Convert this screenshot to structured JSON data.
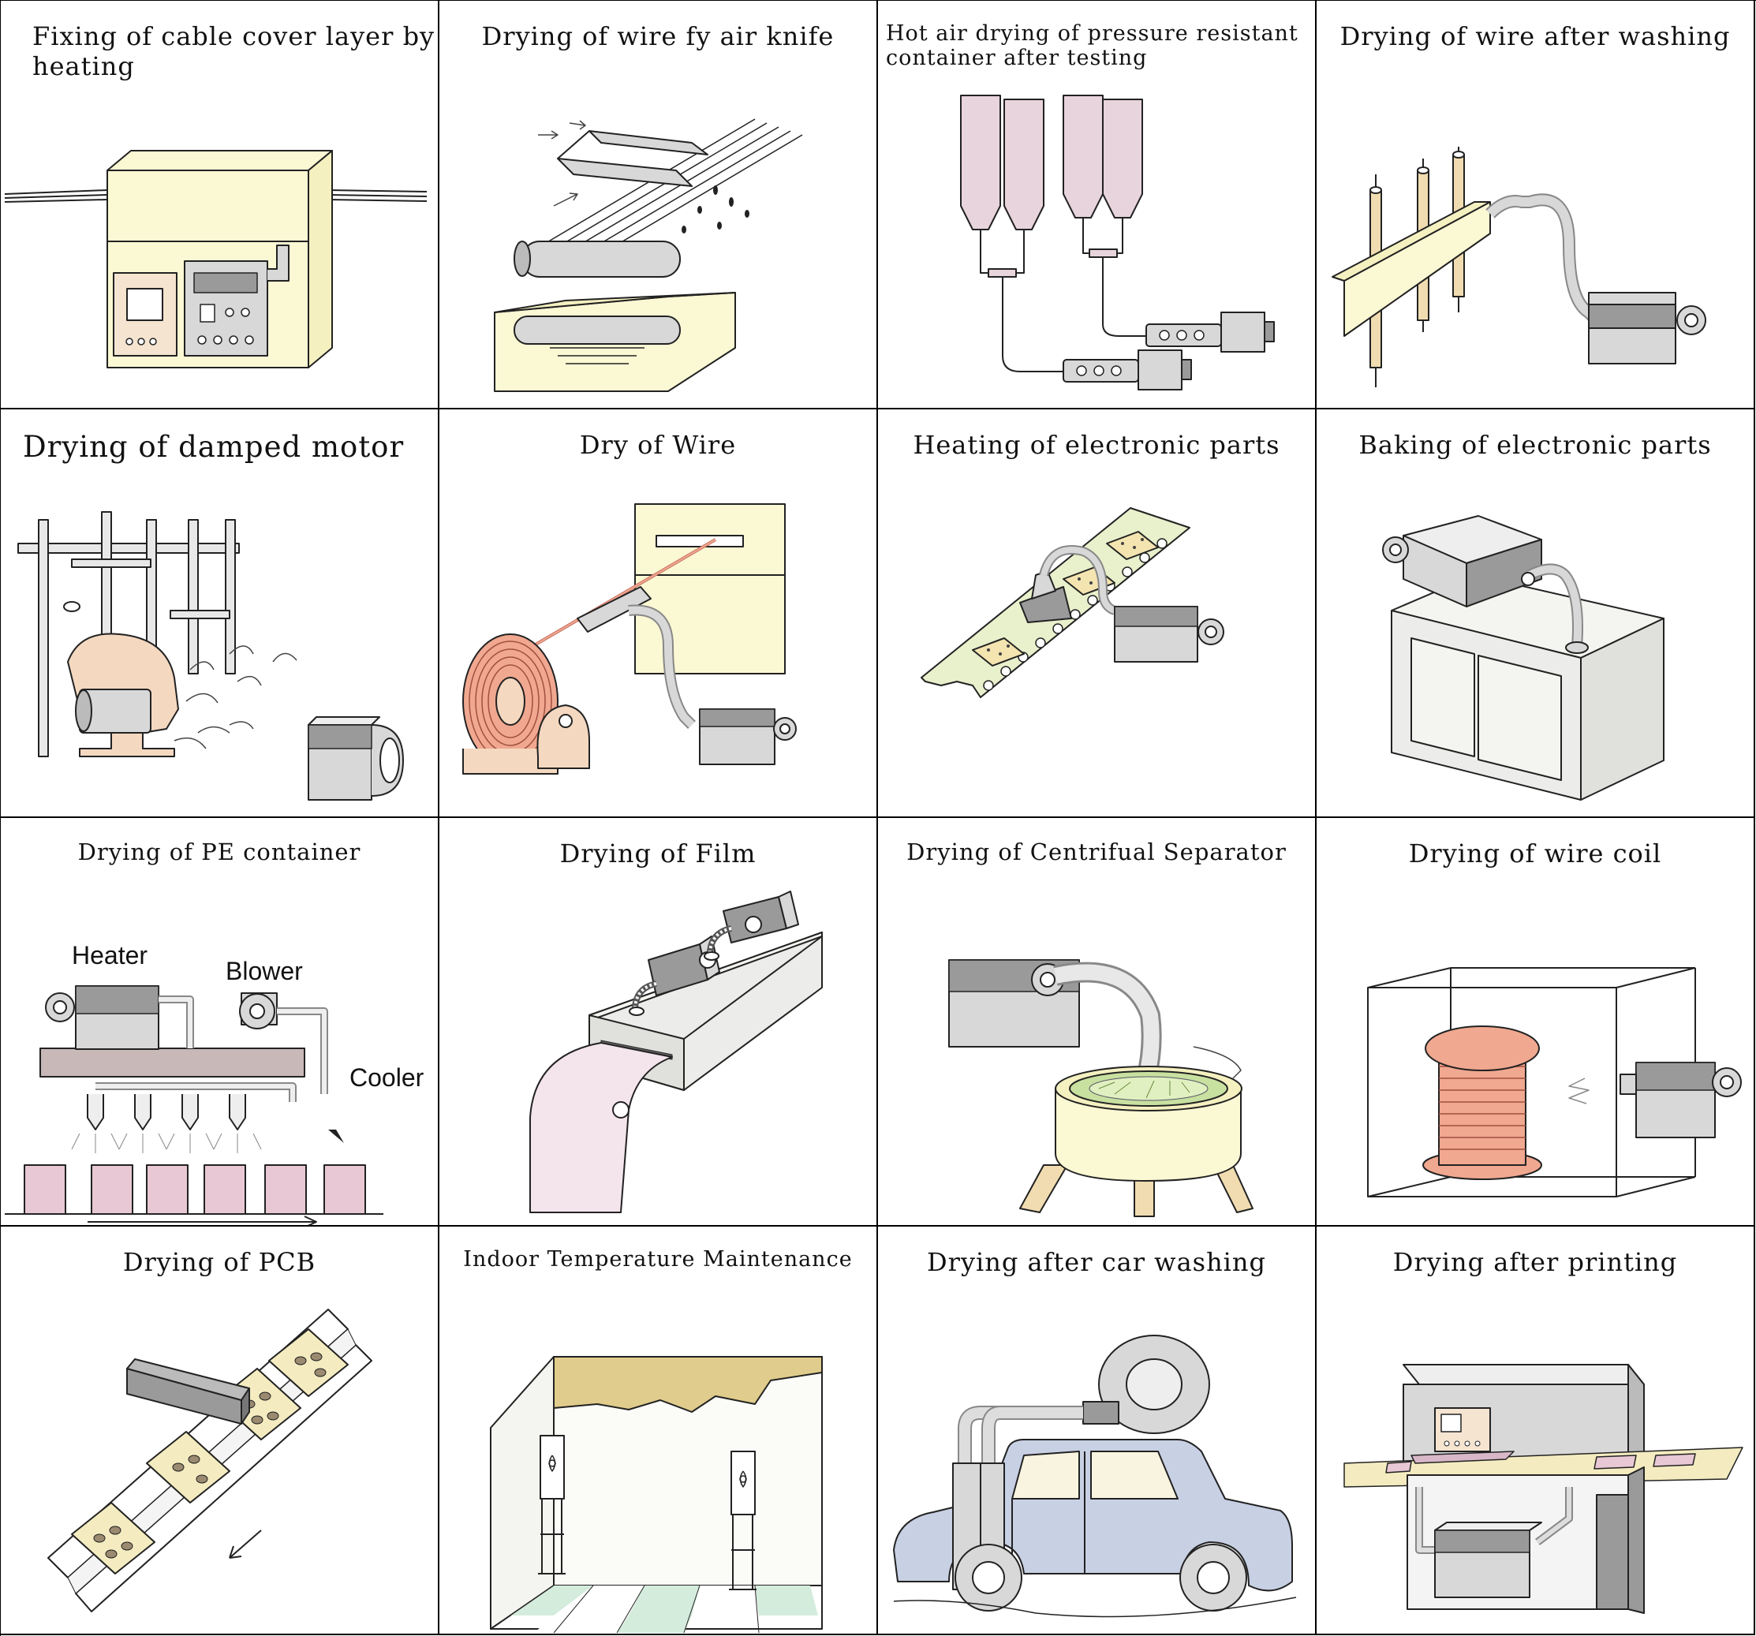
{
  "cells": [
    {
      "title": "Fixing of cable cover layer by heating"
    },
    {
      "title": "Drying of wire fy air knife"
    },
    {
      "title": "Hot air drying of pressure resistant container after testing"
    },
    {
      "title": "Drying of wire after washing"
    },
    {
      "title": "Drying of damped motor"
    },
    {
      "title": "Dry of Wire"
    },
    {
      "title": "Heating of electronic parts"
    },
    {
      "title": "Baking of electronic parts"
    },
    {
      "title": "Drying of PE container",
      "labels": {
        "heater": "Heater",
        "blower": "Blower",
        "cooler": "Cooler"
      }
    },
    {
      "title": "Drying of Film"
    },
    {
      "title": "Drying of Centrifual Separator"
    },
    {
      "title": "Drying of wire coil"
    },
    {
      "title": "Drying of  PCB"
    },
    {
      "title": "Indoor Temperature Maintenance"
    },
    {
      "title": "Drying after car washing"
    },
    {
      "title": "Drying after printing"
    }
  ],
  "colors": {
    "border": "#000000",
    "cream": "#fbf8d4",
    "pink": "#e8d4dc",
    "gray_dark": "#9a9a9a",
    "gray_light": "#d8d8d8",
    "copper": "#f0a890",
    "peach": "#f4d8c0",
    "mint": "#d4ecdc",
    "tan": "#e0cc8c",
    "car_blue": "#c8d0e4",
    "pcb_green": "#e8f0cc"
  }
}
